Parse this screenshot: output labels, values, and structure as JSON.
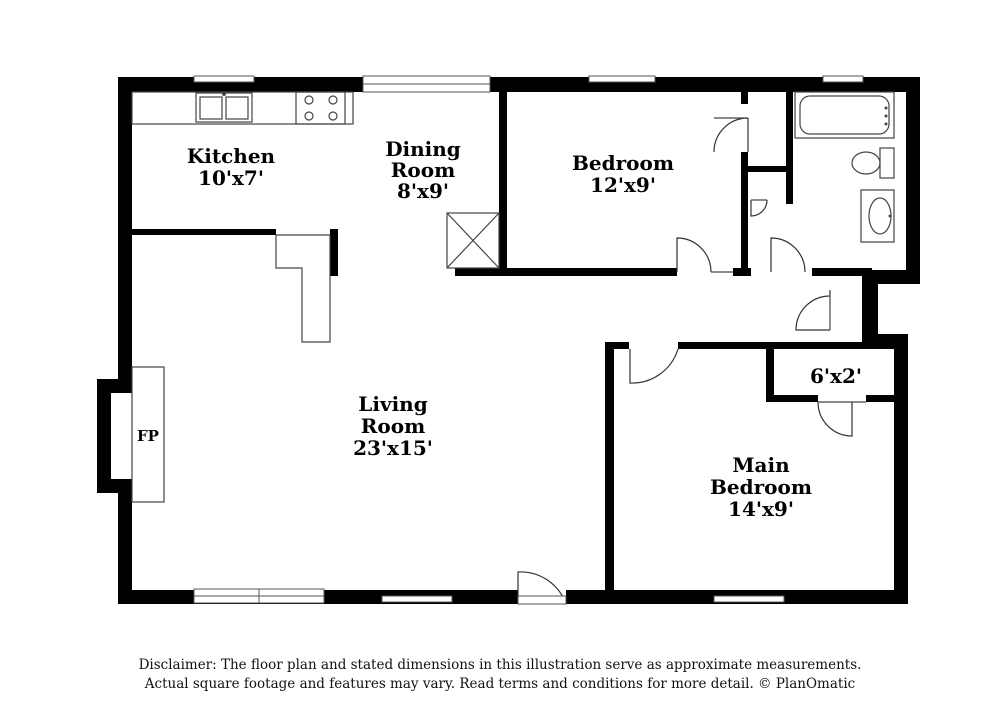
{
  "rooms": {
    "kitchen": {
      "name": "Kitchen",
      "size": "10'x7'"
    },
    "dining": {
      "name_line1": "Dining",
      "name_line2": "Room",
      "size": "8'x9'"
    },
    "bedroom": {
      "name": "Bedroom",
      "size": "12'x9'"
    },
    "living": {
      "name_line1": "Living",
      "name_line2": "Room",
      "size": "23'x15'"
    },
    "main_bedroom": {
      "name_line1": "Main",
      "name_line2": "Bedroom",
      "size": "14'x9'"
    },
    "closet": {
      "size": "6'x2'"
    },
    "fireplace": {
      "label": "FP"
    }
  },
  "disclaimer": {
    "line1": "Disclaimer: The floor plan and stated dimensions in this illustration serve as approximate measurements.",
    "line2": "Actual square footage and features may vary. Read terms and conditions for more detail. © PlanOmatic"
  }
}
